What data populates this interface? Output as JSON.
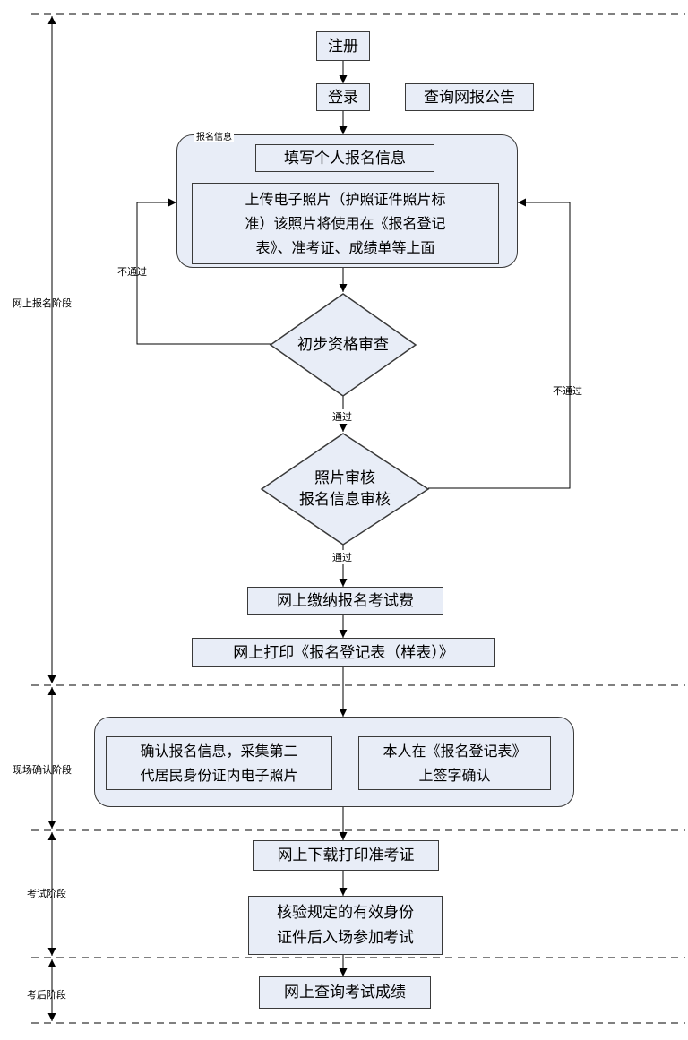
{
  "phases": {
    "online": "网上报名阶段",
    "onsite": "现场确认阶段",
    "exam": "考试阶段",
    "after": "考后阶段"
  },
  "nodes": {
    "register": "注册",
    "login": "登录",
    "query_notice": "查询网报公告",
    "group_label": "报名信息",
    "fill_info": "填写个人报名信息",
    "upload_photo": "上传电子照片（护照证件照片标\n准）该照片将使用在《报名登记\n表》、准考证、成绩单等上面",
    "prelim_check": "初步资格审查",
    "photo_review": "照片审核\n报名信息审核",
    "pay_fee": "网上缴纳报名考试费",
    "print_form": "网上打印《报名登记表（样表）》",
    "confirm_info": "确认报名信息，采集第二\n代居民身份证内电子照片",
    "sign_confirm": "本人在《报名登记表》\n上签字确认",
    "download_admit": "网上下载打印准考证",
    "verify_id": "核验规定的有效身份\n证件后入场参加考试",
    "query_score": "网上查询考试成绩"
  },
  "edges": {
    "fail_1": "不通过",
    "fail_2": "不通过",
    "pass_1": "通过",
    "pass_2": "通过"
  }
}
